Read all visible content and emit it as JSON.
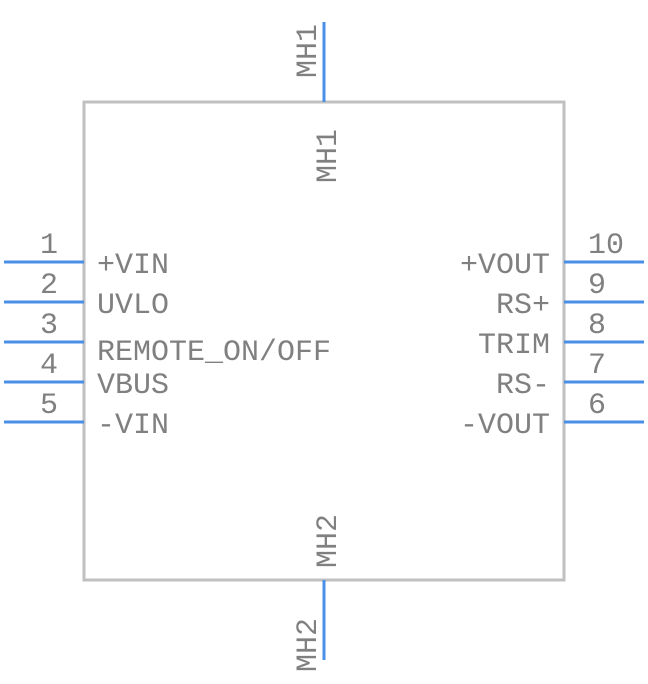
{
  "component": {
    "left_pins": [
      {
        "number": "1",
        "name": "+VIN"
      },
      {
        "number": "2",
        "name": "UVLO"
      },
      {
        "number": "3",
        "name": "REMOTE_ON/OFF"
      },
      {
        "number": "4",
        "name": "VBUS"
      },
      {
        "number": "5",
        "name": "-VIN"
      }
    ],
    "right_pins": [
      {
        "number": "10",
        "name": "+VOUT"
      },
      {
        "number": "9",
        "name": "RS+"
      },
      {
        "number": "8",
        "name": "TRIM"
      },
      {
        "number": "7",
        "name": "RS-"
      },
      {
        "number": "6",
        "name": "-VOUT"
      }
    ],
    "top_pin": {
      "number": "MH1",
      "name": "MH1"
    },
    "bottom_pin": {
      "number": "MH2",
      "name": "MH2"
    },
    "colors": {
      "pin": "#4a8fe8",
      "body": "#c0c0c0",
      "text": "#808080"
    }
  }
}
